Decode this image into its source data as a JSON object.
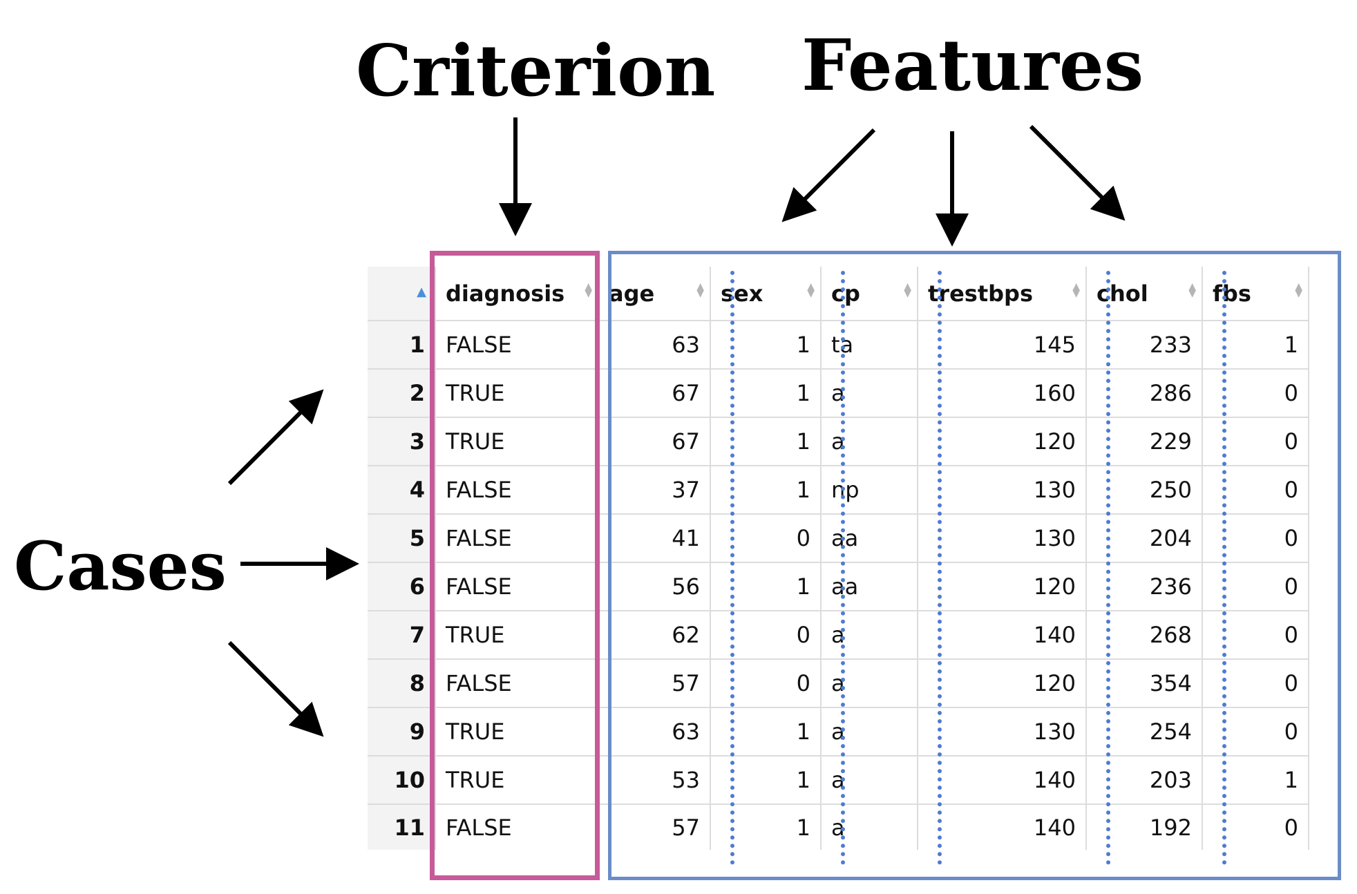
{
  "labels": {
    "criterion": "Criterion",
    "features": "Features",
    "cases": "Cases"
  },
  "colors": {
    "criterion_box": "#c75a99",
    "features_box": "#6b8cc9",
    "feature_dividers": "#4f7bd2"
  },
  "table": {
    "columns": [
      "diagnosis",
      "age",
      "sex",
      "cp",
      "trestbps",
      "chol",
      "fbs"
    ],
    "rows": [
      {
        "index": "1",
        "diagnosis": "FALSE",
        "age": "63",
        "sex": "1",
        "cp": "ta",
        "trestbps": "145",
        "chol": "233",
        "fbs": "1"
      },
      {
        "index": "2",
        "diagnosis": "TRUE",
        "age": "67",
        "sex": "1",
        "cp": "a",
        "trestbps": "160",
        "chol": "286",
        "fbs": "0"
      },
      {
        "index": "3",
        "diagnosis": "TRUE",
        "age": "67",
        "sex": "1",
        "cp": "a",
        "trestbps": "120",
        "chol": "229",
        "fbs": "0"
      },
      {
        "index": "4",
        "diagnosis": "FALSE",
        "age": "37",
        "sex": "1",
        "cp": "np",
        "trestbps": "130",
        "chol": "250",
        "fbs": "0"
      },
      {
        "index": "5",
        "diagnosis": "FALSE",
        "age": "41",
        "sex": "0",
        "cp": "aa",
        "trestbps": "130",
        "chol": "204",
        "fbs": "0"
      },
      {
        "index": "6",
        "diagnosis": "FALSE",
        "age": "56",
        "sex": "1",
        "cp": "aa",
        "trestbps": "120",
        "chol": "236",
        "fbs": "0"
      },
      {
        "index": "7",
        "diagnosis": "TRUE",
        "age": "62",
        "sex": "0",
        "cp": "a",
        "trestbps": "140",
        "chol": "268",
        "fbs": "0"
      },
      {
        "index": "8",
        "diagnosis": "FALSE",
        "age": "57",
        "sex": "0",
        "cp": "a",
        "trestbps": "120",
        "chol": "354",
        "fbs": "0"
      },
      {
        "index": "9",
        "diagnosis": "TRUE",
        "age": "63",
        "sex": "1",
        "cp": "a",
        "trestbps": "130",
        "chol": "254",
        "fbs": "0"
      },
      {
        "index": "10",
        "diagnosis": "TRUE",
        "age": "53",
        "sex": "1",
        "cp": "a",
        "trestbps": "140",
        "chol": "203",
        "fbs": "1"
      },
      {
        "index": "11",
        "diagnosis": "FALSE",
        "age": "57",
        "sex": "1",
        "cp": "a",
        "trestbps": "140",
        "chol": "192",
        "fbs": "0"
      }
    ]
  }
}
